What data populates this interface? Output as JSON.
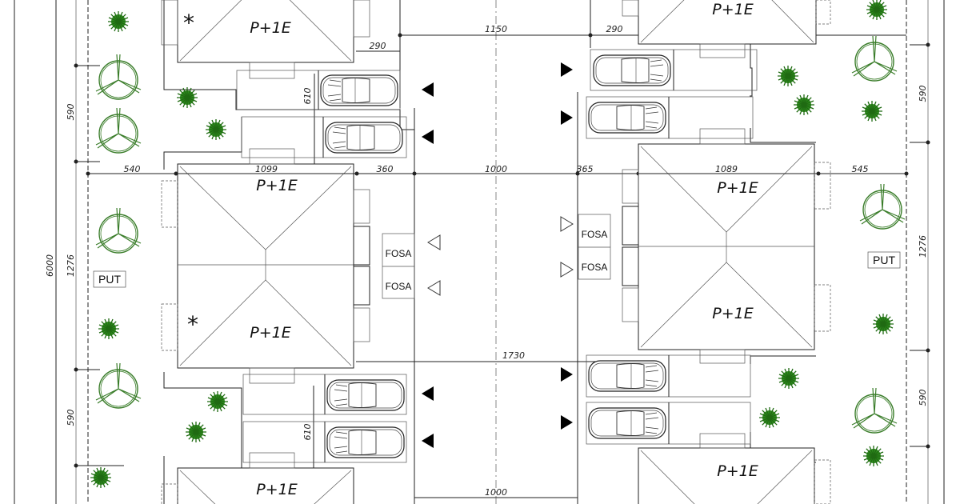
{
  "houses": {
    "label": "P+1E"
  },
  "boxes": {
    "septic": "FOSA",
    "well": "PUT"
  },
  "dimensions": {
    "top_road": "1150",
    "top_left_setback": "290",
    "top_right_setback": "290",
    "left_front": "540",
    "left_house_width": "1099",
    "left_drive": "360",
    "road_width": "1000",
    "right_drive": "365",
    "right_house_width": "1089",
    "right_front": "545",
    "middle_road": "1730",
    "bottom_road": "1000",
    "left_lot_top": "590",
    "left_lot_mid": "1276",
    "left_total": "6000",
    "left_lot_bottom": "590",
    "right_lot_top": "590",
    "right_lot_mid": "1276",
    "right_lot_bottom": "590",
    "parking_top": "610",
    "parking_bottom": "610"
  },
  "colors": {
    "vegetation": "#2e8b1e",
    "tree_outline": "#3a7d2a",
    "hidden_line": "#d04040"
  }
}
